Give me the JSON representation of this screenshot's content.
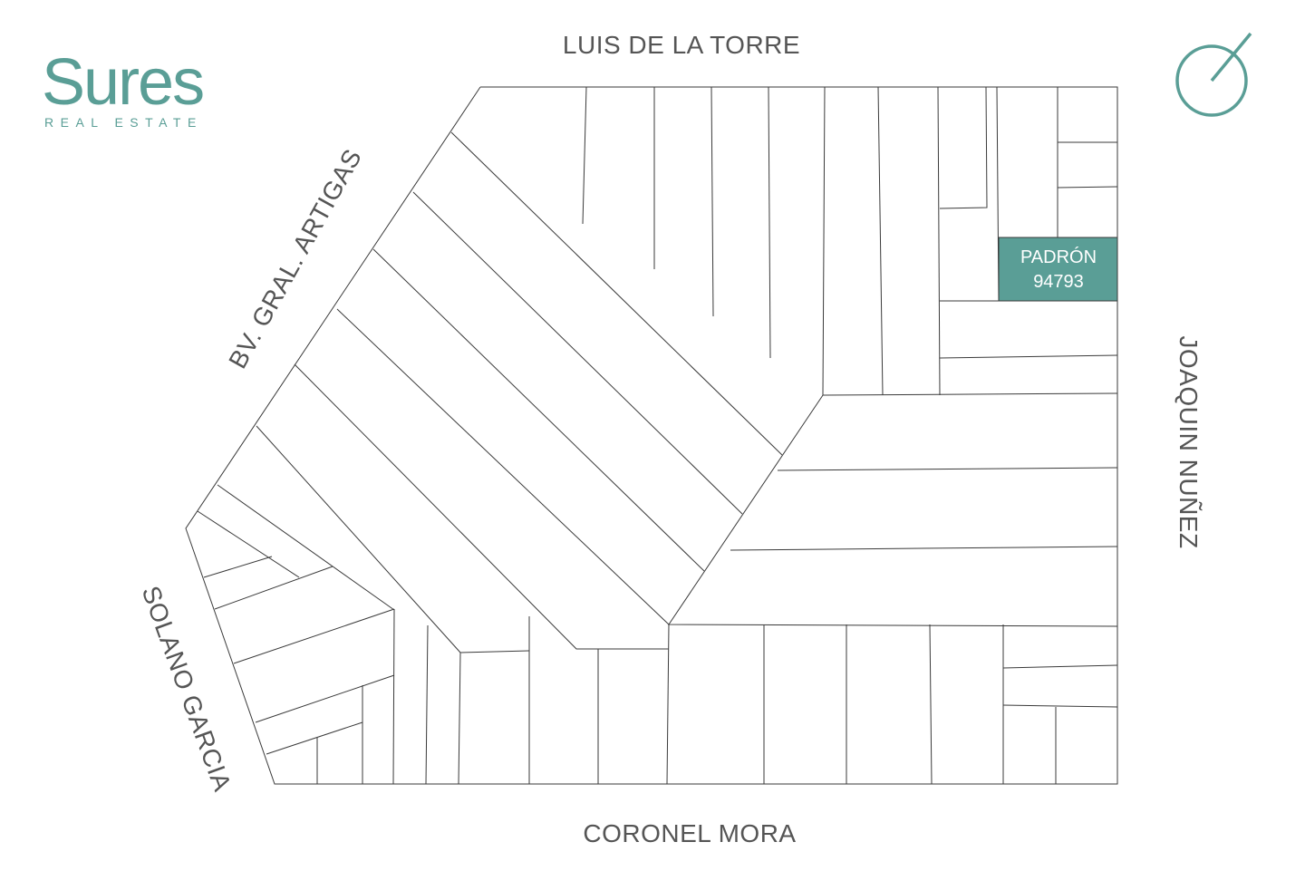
{
  "brand": {
    "name": "Sures",
    "tagline": "REAL ESTATE",
    "color": "#5a9e96"
  },
  "streets": {
    "north": "LUIS DE LA TORRE",
    "south": "CORONEL MORA",
    "east": "JOAQUIN NUÑEZ",
    "northwest": "BV. GRAL. ARTIGAS",
    "southwest": "SOLANO GARCIA"
  },
  "parcel": {
    "label": "PADRÓN",
    "number": "94793",
    "color": "#5a9e96"
  },
  "icons": {
    "top_right": "circle-with-diagonal-line-icon"
  }
}
